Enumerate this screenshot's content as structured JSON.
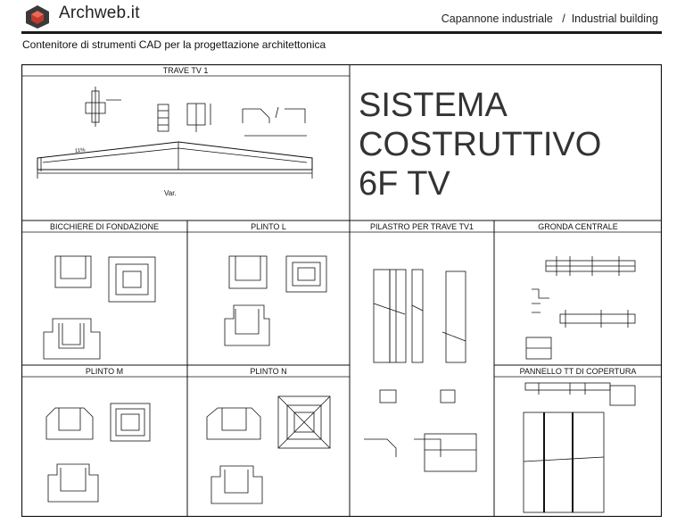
{
  "header": {
    "brand": "Archweb.it",
    "crumb_it": "Capannone industriale",
    "crumb_sep": "/",
    "crumb_en": "Industrial building"
  },
  "subtitle": "Contenitore di strumenti CAD per la progettazione architettonica",
  "title_lines": [
    "SISTEMA",
    "COSTRUTTIVO",
    "6F TV"
  ],
  "panels": {
    "trave": "TRAVE TV 1",
    "bicchiere": "BICCHIERE DI FONDAZIONE",
    "plinto_l": "PLINTO L",
    "pilastro": "PILASTRO PER TRAVE TV1",
    "gronda": "GRONDA CENTRALE",
    "plinto_m": "PLINTO M",
    "plinto_n": "PLINTO N",
    "pannello": "PANNELLO TT DI COPERTURA"
  },
  "trave_notes": {
    "var": "Var.",
    "slope": "11%"
  },
  "colors": {
    "logo_dark": "#3a3a3a",
    "logo_red": "#c0392b",
    "line": "#111111"
  }
}
